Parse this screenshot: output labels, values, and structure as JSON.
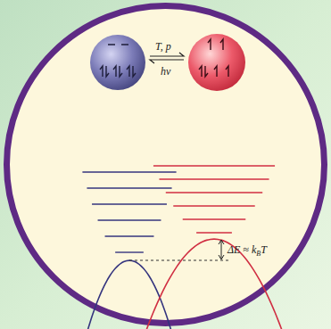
{
  "diagram": {
    "labels": [
      "T, p",
      "hν",
      "ΔE ≈ k",
      "B",
      "T"
    ]
  }
}
